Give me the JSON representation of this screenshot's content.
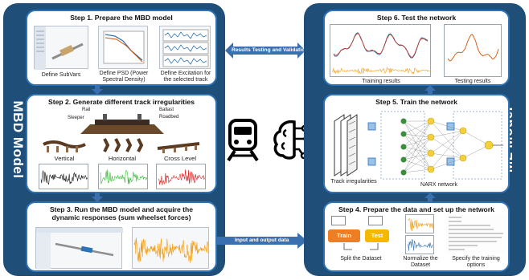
{
  "left_panel": {
    "side_title": "MBD Model"
  },
  "right_panel": {
    "side_title": "ML Model"
  },
  "step1": {
    "title": "Step 1. Prepare the MBD model",
    "captions": [
      "Define SubVars",
      "Define PSD (Power Spectral Density)",
      "Define Excitation for the selected track"
    ]
  },
  "step2": {
    "title": "Step 2. Generate different track irregularities",
    "track_labels": {
      "rail": "Rail",
      "sleeper": "Sleeper",
      "ballast": "Ballast",
      "roadbed": "Roadbed"
    },
    "irregularities": [
      "Vertical",
      "Horizontal",
      "Cross Level"
    ]
  },
  "step3": {
    "title_line1": "Step 3. Run the MBD model and acquire the",
    "title_line2": "dynamic responses (sum wheelset forces)"
  },
  "step4": {
    "title": "Step 4. Prepare the data and set up the network",
    "train_label": "Train",
    "test_label": "Test",
    "captions": [
      "Split the Dataset",
      "Normalize the Dataset",
      "Specify the training options"
    ]
  },
  "step5": {
    "title": "Step 5. Train the network",
    "captions": [
      "Track irregularities",
      "NARX network"
    ]
  },
  "step6": {
    "title": "Step 6. Test the network",
    "captions": [
      "Training results",
      "Testing results"
    ]
  },
  "arrows": {
    "results": "Results Testing and Validation",
    "io_data": "Input and output data"
  },
  "colors": {
    "panel": "#1f4e79",
    "step_border": "#2e74b5",
    "arrow": "#3a6fb0",
    "vertical_signal": "#111111",
    "horizontal_signal": "#2db82d",
    "cross_level_signal": "#e02020",
    "train_chip": "#ef7d22",
    "test_chip": "#f5b800",
    "signal_orange": "#f39c12"
  },
  "icons": [
    "train-icon",
    "brain-circuit-icon"
  ]
}
